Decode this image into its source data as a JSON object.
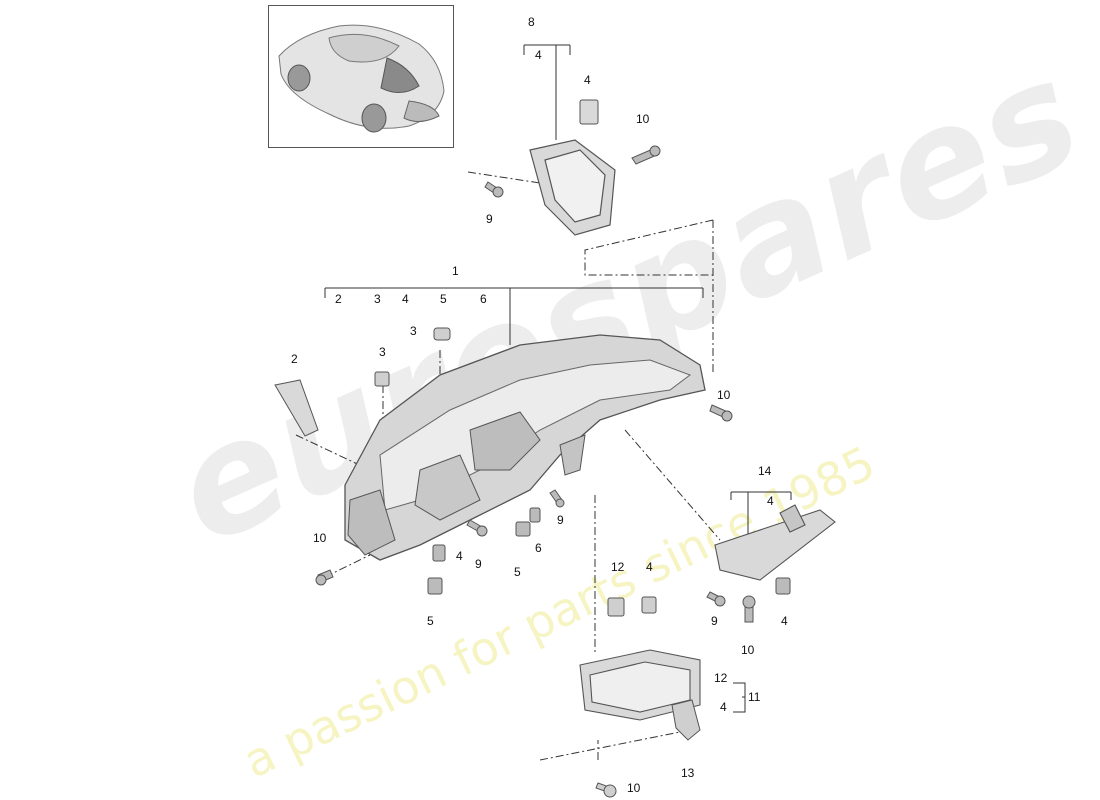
{
  "watermark": {
    "brand": "eurospares",
    "slogan": "a passion for parts since 1985"
  },
  "callouts": {
    "n8": "8",
    "n8_4": "4",
    "n4_a": "4",
    "n10_a": "10",
    "n9_a": "9",
    "n1": "1",
    "n1_2": "2",
    "n1_3": "3",
    "n1_4": "4",
    "n1_5": "5",
    "n1_6": "6",
    "n3_a": "3",
    "n3_b": "3",
    "n2": "2",
    "n10_b": "10",
    "n14": "14",
    "n14_4": "4",
    "n10_c": "10",
    "n4_b": "4",
    "n9_b": "9",
    "n6": "6",
    "n5_a": "5",
    "n9_c": "9",
    "n5_b": "5",
    "n12_a": "12",
    "n4_c": "4",
    "n9_d": "9",
    "n10_d": "10",
    "n4_d": "4",
    "n12_b": "12",
    "n11": "11",
    "n4_e": "4",
    "n13": "13",
    "n10_e": "10"
  },
  "colors": {
    "part_fill": "#d9d9d9",
    "part_stroke": "#555555",
    "leader_line": "#333333",
    "watermark_grey": "#bebebe",
    "watermark_yellow": "#ebe678"
  }
}
